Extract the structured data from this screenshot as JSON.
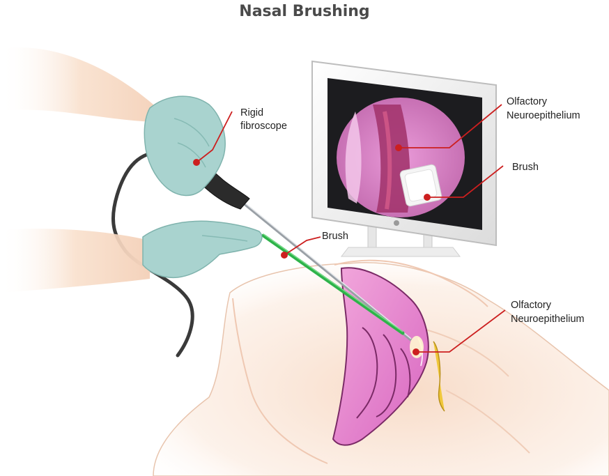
{
  "title": "Nasal Brushing",
  "labels": {
    "rigid_fibroscope_1": "Rigid",
    "rigid_fibroscope_2": "fibroscope",
    "brush_main": "Brush",
    "monitor_olfactory_1": "Olfactory",
    "monitor_olfactory_2": "Neuroepithelium",
    "monitor_brush": "Brush",
    "anatomy_olfactory_1": "Olfactory",
    "anatomy_olfactory_2": "Neuroepithelium"
  },
  "colors": {
    "title": "#4a4a4a",
    "leader": "#cc1f1f",
    "glove": "#a9d3cf",
    "skin": "#f6dcc8",
    "nasal_cavity": "#e17fc9",
    "brush_stick": "#2eb34a",
    "scope": "#b8bcc0",
    "monitor_frame": "#f2f2f2",
    "screen": "#1c1c1f"
  }
}
